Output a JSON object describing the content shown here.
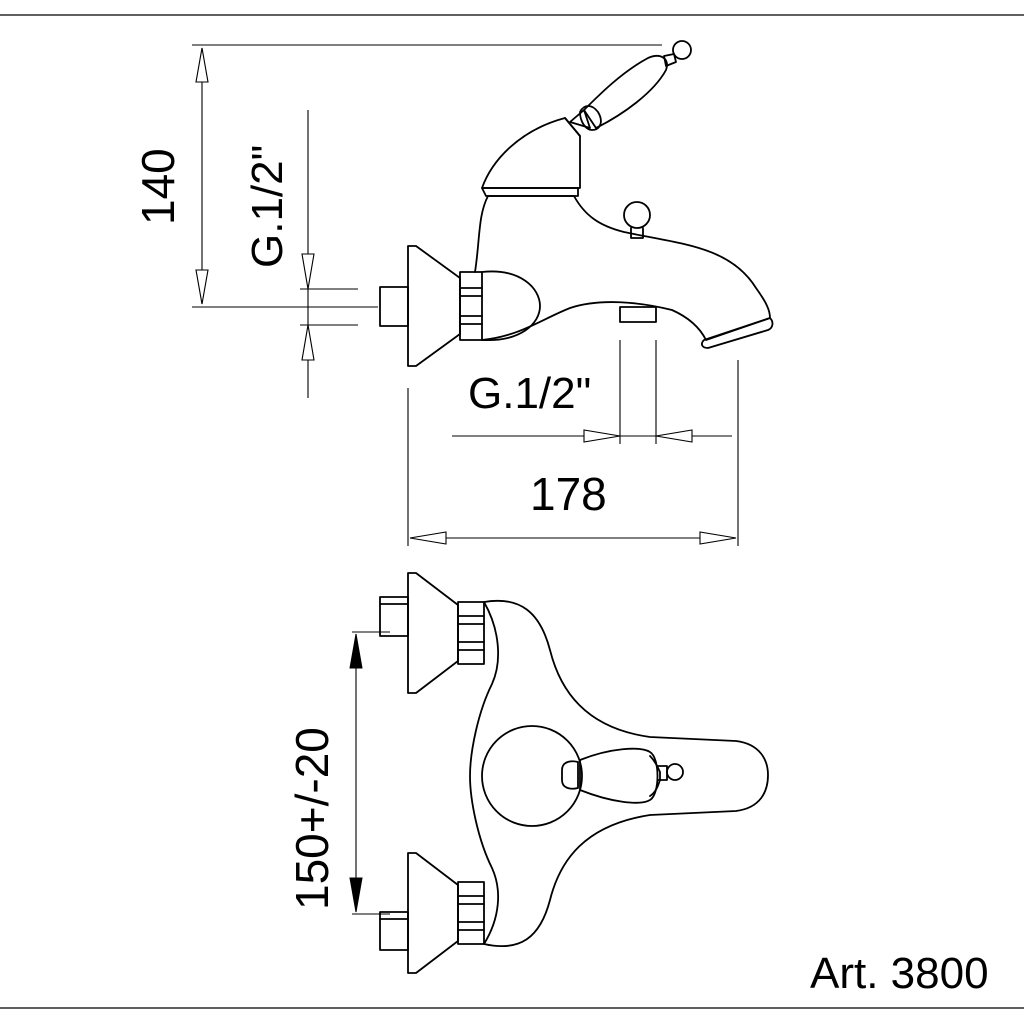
{
  "labels": {
    "height_dim": "140",
    "inlet_thread": "G.1/2\"",
    "outlet_thread": "G.1/2\"",
    "depth_dim": "178",
    "spacing_dim": "150+/-20",
    "article": "Art. 3800"
  }
}
